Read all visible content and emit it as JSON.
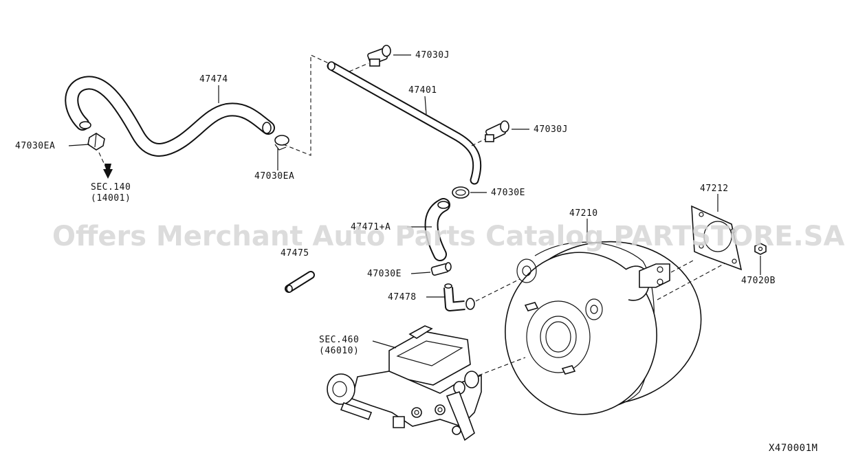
{
  "watermark": "Offers Merchant Auto Parts Catalog PARTSTORE.SA",
  "diagram_id": "X470001M",
  "labels": {
    "p47474": "47474",
    "p47401": "47401",
    "p47030J_top": "47030J",
    "p47030J_right": "47030J",
    "p47030EA_left": "47030EA",
    "p47030EA_mid": "47030EA",
    "sec140": "SEC.140",
    "sec140_code": "(14001)",
    "p47030E_top": "47030E",
    "p47471A": "47471+A",
    "p47475": "47475",
    "p47030E_low": "47030E",
    "p47478": "47478",
    "p47210": "47210",
    "p47212": "47212",
    "p47020B": "47020B",
    "sec460": "SEC.460",
    "sec460_code": "(46010)"
  }
}
